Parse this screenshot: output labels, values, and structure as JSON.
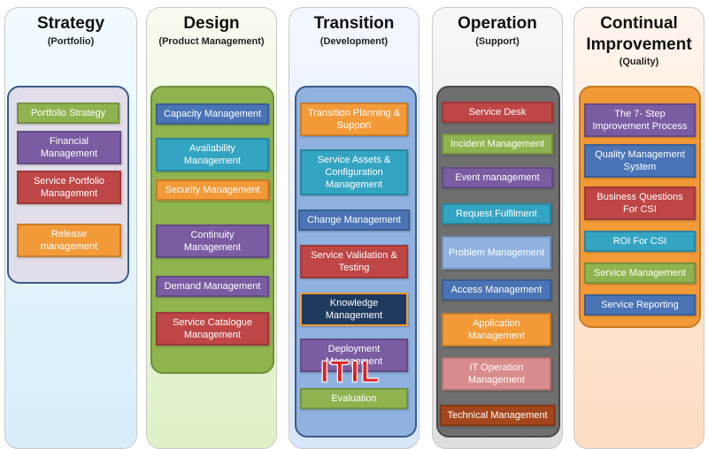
{
  "columns": [
    {
      "title": "Strategy",
      "subtitle": "(Portfolio)",
      "items": [
        "Portfolio Strategy",
        "Financial Management",
        "Service Portfolio Management",
        "Release management"
      ]
    },
    {
      "title": "Design",
      "subtitle": "(Product Management)",
      "items": [
        "Capacity Management",
        "Availability Management",
        "Security Management",
        "Continuity Management",
        "Demand Management",
        "Service Catalogue Management"
      ]
    },
    {
      "title": "Transition",
      "subtitle": "(Development)",
      "items": [
        "Transition Planning & Support",
        "Service Assets & Configuration Management",
        "Change Management",
        "Service Validation & Testing",
        "Knowledge Management",
        "Deployment Management",
        "Evaluation"
      ]
    },
    {
      "title": "Operation",
      "subtitle": "(Support)",
      "items": [
        "Service Desk",
        "Incident Management",
        "Event management",
        "Request Fulfilment",
        "Problem Management",
        "Access Management",
        "Application Management",
        "IT Operation Management",
        "Technical Management"
      ]
    },
    {
      "title": "Continual Improvement",
      "subtitle": "(Quality)",
      "items": [
        "The 7- Step Improvement Process",
        "Quality Management System",
        "Business Questions For CSI",
        "ROI For CSI",
        "Service Management",
        "Service Reporting"
      ]
    }
  ],
  "logo_text": "ITIL",
  "colors": {
    "strategy_bg": "#d7effb",
    "design_bg": "#e4f3d2",
    "transition_bg": "#dfe9fa",
    "operation_bg": "#e8e8e8",
    "improvement_bg": "#fde3cf",
    "green": "#8fb34f",
    "purple": "#7a5ca2",
    "red": "#bf4646",
    "orange": "#f39a38",
    "blue": "#4a74b5",
    "teal": "#34a4c3"
  }
}
